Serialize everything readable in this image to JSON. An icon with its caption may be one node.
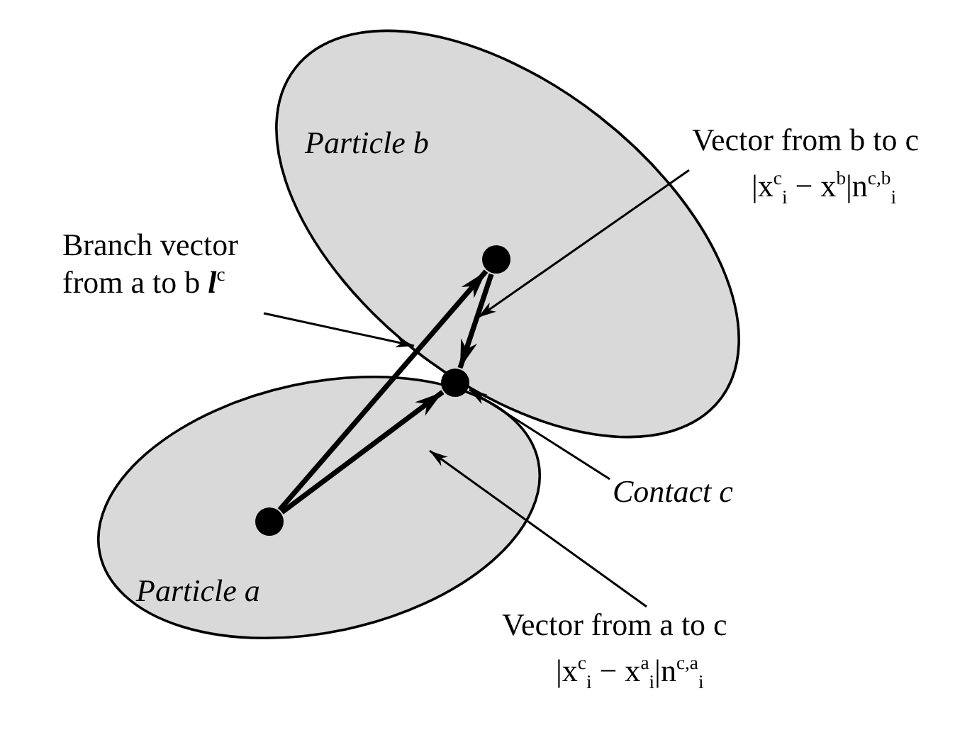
{
  "diagram": {
    "nodes": [
      {
        "text": [
          "Particle b"
        ]
      },
      {
        "text": [
          "Particle a"
        ]
      },
      {
        "text": [],
        "shape": "circle",
        "in": 0
      },
      {
        "text": [],
        "shape": "circle"
      },
      {
        "text": [],
        "shape": "circle",
        "in": 1
      },
      {
        "text": [
          "Vector from b to c",
          "|x$^{c}$$_{i}$ − x$^{b}$|n$^{c,b}$$_{i}$"
        ]
      },
      {
        "text": [
          "Branch vector from a to b **l**$^{c}$"
        ]
      },
      {
        "text": [
          "Contact c"
        ]
      },
      {
        "text": [
          "Vector from a to c",
          "|x$^{c}$$_{i}$ − x$^{a}$$_{i}$|n$^{c,a}$$_{i}$"
        ]
      }
    ],
    "edges": [
      {
        "from": 4,
        "to": 2,
        "arrow": "to",
        "style": "thick"
      },
      {
        "from": 4,
        "to": 3,
        "arrow": "to",
        "style": "thick"
      },
      {
        "from": 2,
        "to": 3,
        "arrow": "to",
        "style": "thick"
      },
      {
        "from": 5,
        "to": null,
        "arrow": "to"
      },
      {
        "from": 6,
        "to": 0,
        "arrow": "to"
      },
      {
        "from": 7,
        "to": 3,
        "arrow": "to"
      },
      {
        "from": 8,
        "to": null,
        "arrow": "to"
      }
    ]
  }
}
